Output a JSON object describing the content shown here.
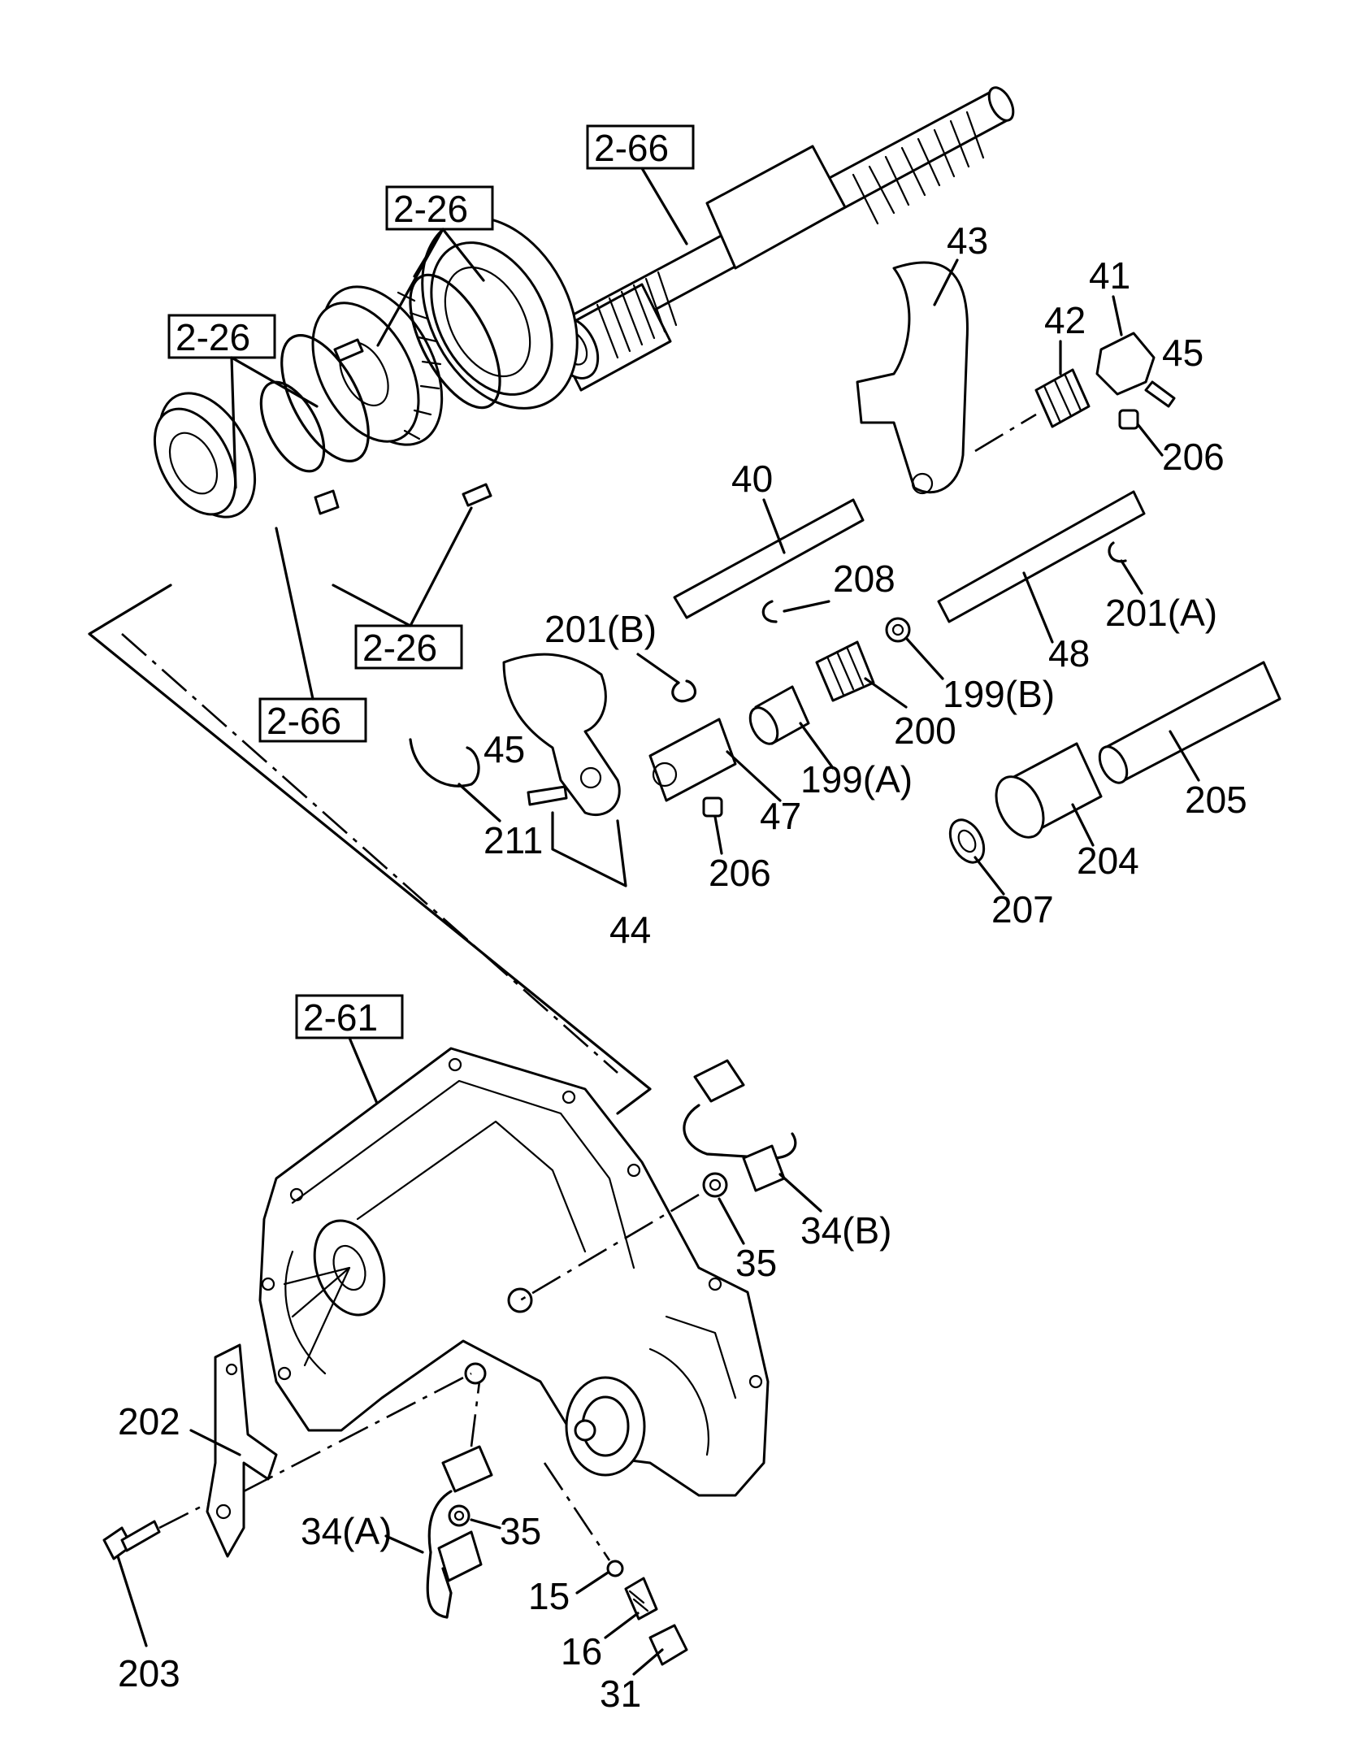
{
  "refs": {
    "r_2_66_top": "2-66",
    "r_2_26_top": "2-26",
    "r_2_26_left": "2-26",
    "r_2_26_mid": "2-26",
    "r_2_66_mid": "2-66",
    "r_2_61": "2-61"
  },
  "labels": {
    "l43": "43",
    "l41": "41",
    "l42": "42",
    "l45a": "45",
    "l206a": "206",
    "l40": "40",
    "l208": "208",
    "l201b": "201(B)",
    "l201a": "201(A)",
    "l48": "48",
    "l199b": "199(B)",
    "l200": "200",
    "l199a": "199(A)",
    "l45b": "45",
    "l47": "47",
    "l211": "211",
    "l44": "44",
    "l206b": "206",
    "l205": "205",
    "l204": "204",
    "l207": "207",
    "l34b": "34(B)",
    "l35a": "35",
    "l202": "202",
    "l34a": "34(A)",
    "l35b": "35",
    "l15": "15",
    "l16": "16",
    "l31": "31",
    "l203": "203"
  }
}
